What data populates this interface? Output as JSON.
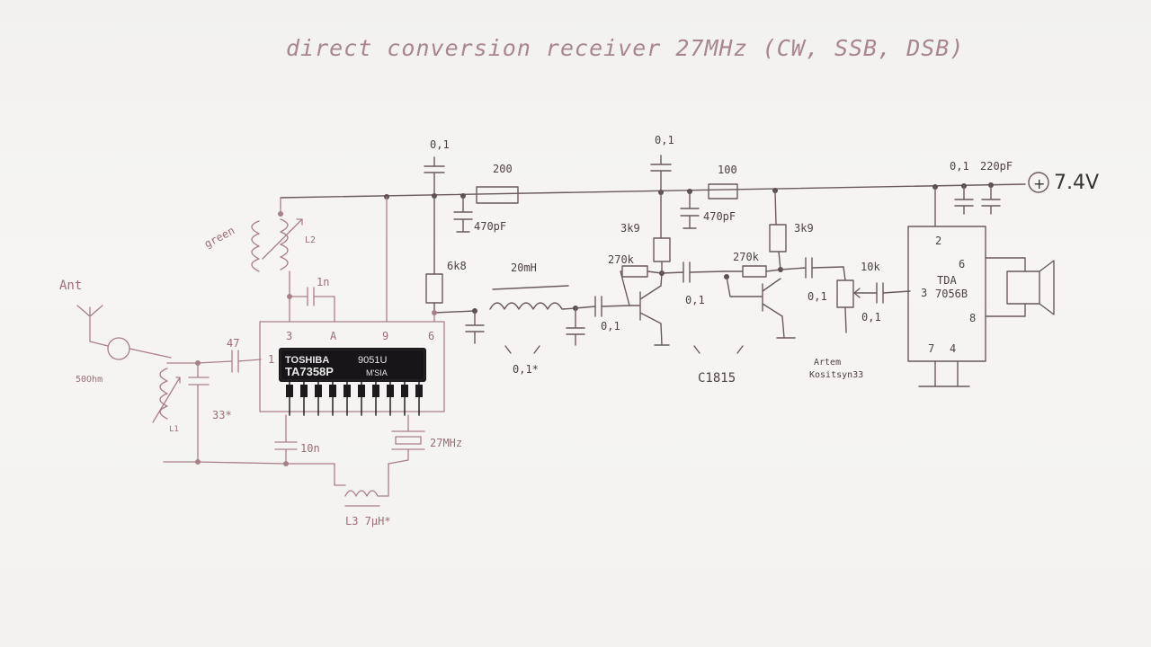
{
  "title": "direct conversion receiver 27MHz (CW, SSB, DSB)",
  "supply": {
    "voltage": "7.4V",
    "symbol": "+"
  },
  "ic1": {
    "brand": "TOSHIBA",
    "part": "TA7358P",
    "code": "9051U",
    "mark": "M'SIA",
    "pins": {
      "p3": "3",
      "p4": "A",
      "p9": "9",
      "p6": "6",
      "p1": "1"
    }
  },
  "ic2": {
    "line1": "TDA",
    "line2": "7056B",
    "pin2": "2",
    "pin6": "6",
    "pin3": "3",
    "pin8": "8",
    "pin7": "7",
    "pin4": "4"
  },
  "labels": {
    "ant": "Ant",
    "ohm": "50Ohm",
    "l1": "L1",
    "green": "green",
    "l2": "L2",
    "cap1n": "1n",
    "cap47": "47",
    "cap33": "33*",
    "cap10n": "10n",
    "l3": "L3 7μH*",
    "xtal": "27MHz",
    "c01_a": "0,1",
    "r200": "200",
    "c470_a": "470pF",
    "r6k8": "6k8",
    "l20": "20mH",
    "c01_star": "0,1*",
    "c01_b": "0,1",
    "r3k9_a": "3k9",
    "r270_a": "270k",
    "c01_c": "0,1",
    "c01_d": "0,1",
    "r100": "100",
    "c470_b": "470pF",
    "r3k9_b": "3k9",
    "r270_b": "270k",
    "c01_e": "0,1",
    "transistor": "C1815",
    "pot10k": "10k",
    "c01_f": "0,1",
    "c01_g": "0,1",
    "c220": "220pF",
    "author1": "Artem",
    "author2": "Kositsyn33"
  }
}
